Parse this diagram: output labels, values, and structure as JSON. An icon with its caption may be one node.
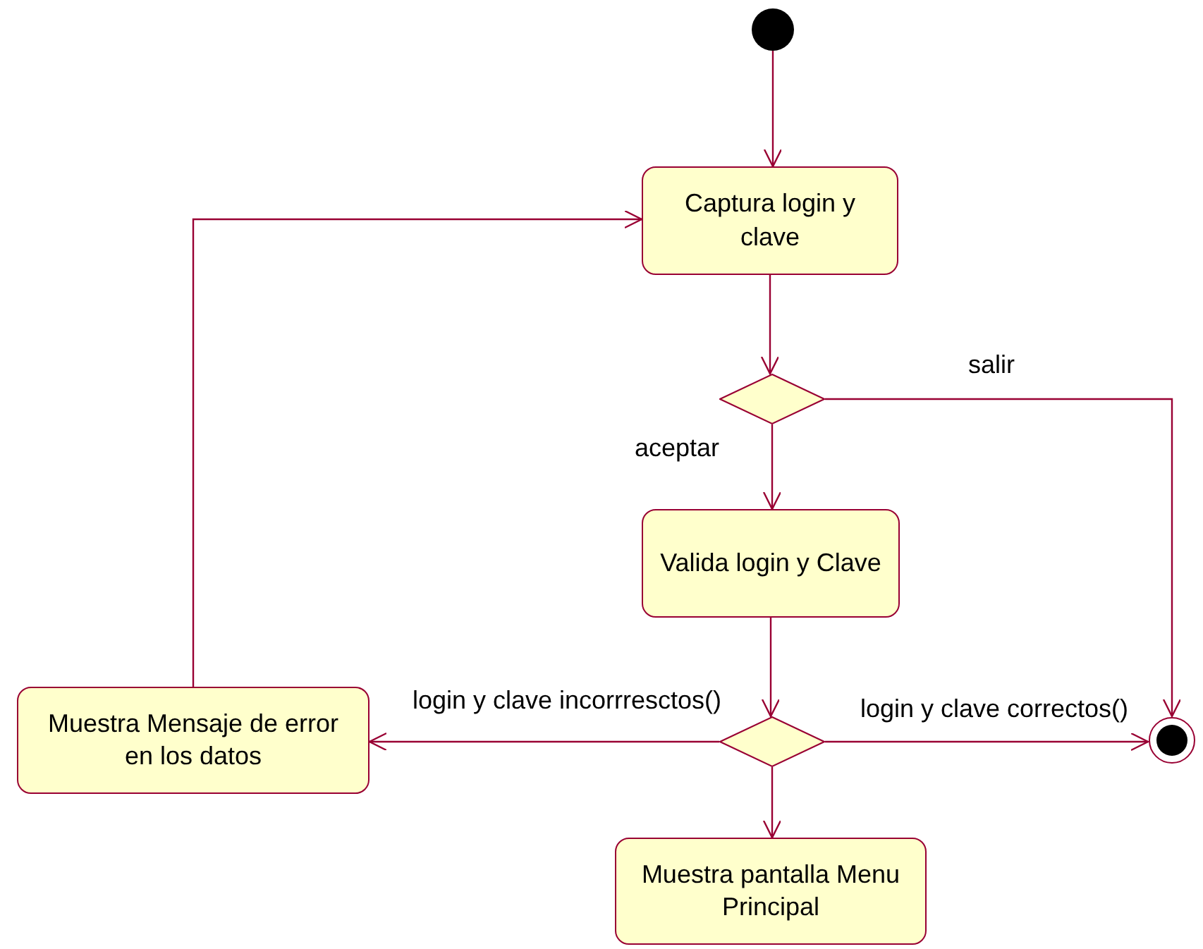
{
  "diagram": {
    "nodes": [
      {
        "text": [],
        "shape": "circle"
      },
      {
        "text": [
          "Captura login y clave"
        ]
      },
      {
        "text": [],
        "shape": "diamond"
      },
      {
        "text": [
          "Valida login y Clave"
        ]
      },
      {
        "text": [],
        "shape": "diamond"
      },
      {
        "text": [
          "Muestra Mensaje de error en los datos"
        ]
      },
      {
        "text": [
          "Muestra pantalla Menu Principal"
        ]
      },
      {
        "text": [],
        "shape": "circle"
      }
    ],
    "edges": [
      {
        "from": 0,
        "to": 1,
        "arrow": "to"
      },
      {
        "from": 1,
        "to": 2,
        "arrow": "to"
      },
      {
        "from": 2,
        "to": 3,
        "arrow": "to",
        "label": "aceptar"
      },
      {
        "from": 2,
        "to": 7,
        "arrow": "to",
        "label": "salir"
      },
      {
        "from": 3,
        "to": 4,
        "arrow": "to"
      },
      {
        "from": 4,
        "to": 5,
        "arrow": "to",
        "label": "login y clave incorrresctos()"
      },
      {
        "from": 4,
        "to": 7,
        "arrow": "to",
        "label": "login y clave correctos()"
      },
      {
        "from": 4,
        "to": 6,
        "arrow": "to"
      },
      {
        "from": 5,
        "to": 1,
        "arrow": "to"
      }
    ]
  }
}
